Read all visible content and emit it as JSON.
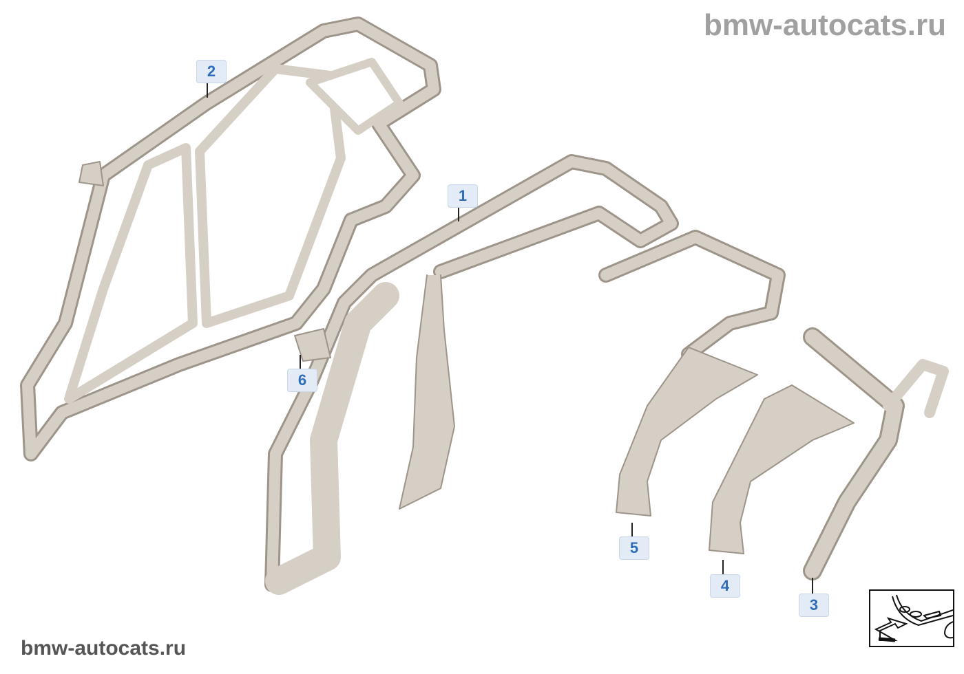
{
  "watermarks": {
    "top": "bmw-autocats.ru",
    "bottom": "bmw-autocats.ru"
  },
  "callouts": [
    {
      "label": "1"
    },
    {
      "label": "2"
    },
    {
      "label": "3"
    },
    {
      "label": "4"
    },
    {
      "label": "5"
    },
    {
      "label": "6"
    }
  ],
  "colors": {
    "callout_bg": "#e2ebf6",
    "callout_text": "#2f6eb6",
    "part_fill": "#d6cfc6",
    "part_edge": "#9d948a"
  },
  "thumbnail": {
    "icon": "car-front-orientation-icon"
  }
}
